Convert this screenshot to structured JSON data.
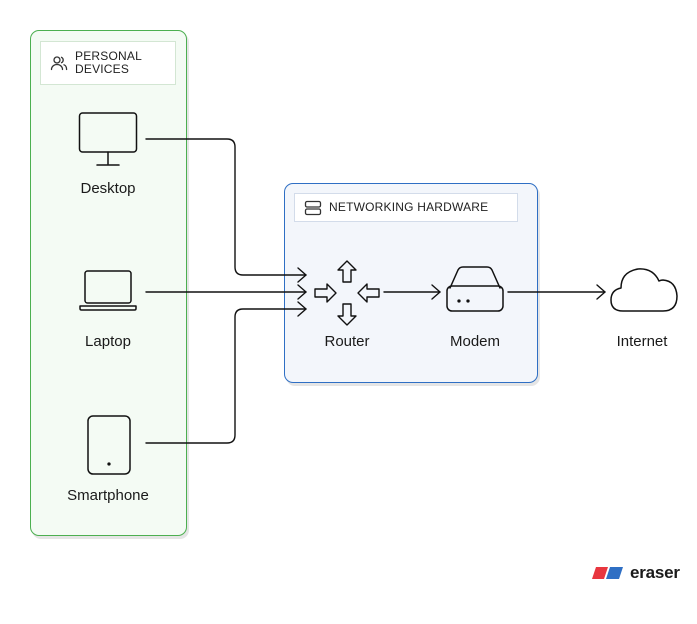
{
  "groups": {
    "personal_devices": {
      "label": "PERSONAL\nDEVICES",
      "icon": "users-icon",
      "border_color": "#4caf50"
    },
    "networking_hardware": {
      "label": "NETWORKING HARDWARE",
      "icon": "server-icon",
      "border_color": "#2f6fc4"
    }
  },
  "nodes": {
    "desktop": {
      "label": "Desktop",
      "icon": "monitor-icon"
    },
    "laptop": {
      "label": "Laptop",
      "icon": "laptop-icon"
    },
    "smartphone": {
      "label": "Smartphone",
      "icon": "smartphone-icon"
    },
    "router": {
      "label": "Router",
      "icon": "router-icon"
    },
    "modem": {
      "label": "Modem",
      "icon": "modem-icon"
    },
    "internet": {
      "label": "Internet",
      "icon": "cloud-icon"
    }
  },
  "edges": [
    {
      "from": "Desktop",
      "to": "Router"
    },
    {
      "from": "Laptop",
      "to": "Router"
    },
    {
      "from": "Smartphone",
      "to": "Router"
    },
    {
      "from": "Router",
      "to": "Modem"
    },
    {
      "from": "Modem",
      "to": "Internet"
    }
  ],
  "brand": {
    "text": "eraser",
    "colors": [
      "#e8363f",
      "#2f6fc4"
    ]
  }
}
